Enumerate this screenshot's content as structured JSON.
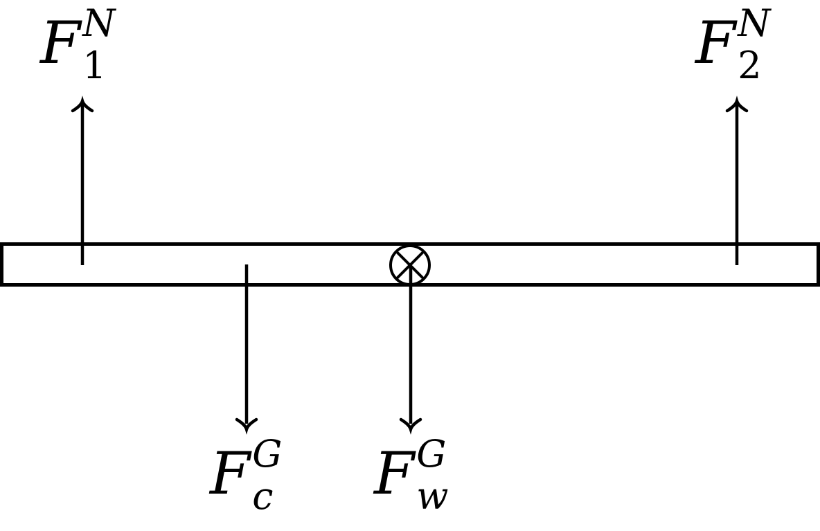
{
  "diagram": {
    "kind": "free-body-diagram",
    "background_color": "#ffffff",
    "stroke_color": "#000000",
    "labels": {
      "f1": {
        "base": "F",
        "sup": "N",
        "sub": "1"
      },
      "f2": {
        "base": "F",
        "sup": "N",
        "sub": "2"
      },
      "fc": {
        "base": "F",
        "sup": "G",
        "sub": "c"
      },
      "fw": {
        "base": "F",
        "sup": "G",
        "sub": "w"
      }
    }
  }
}
